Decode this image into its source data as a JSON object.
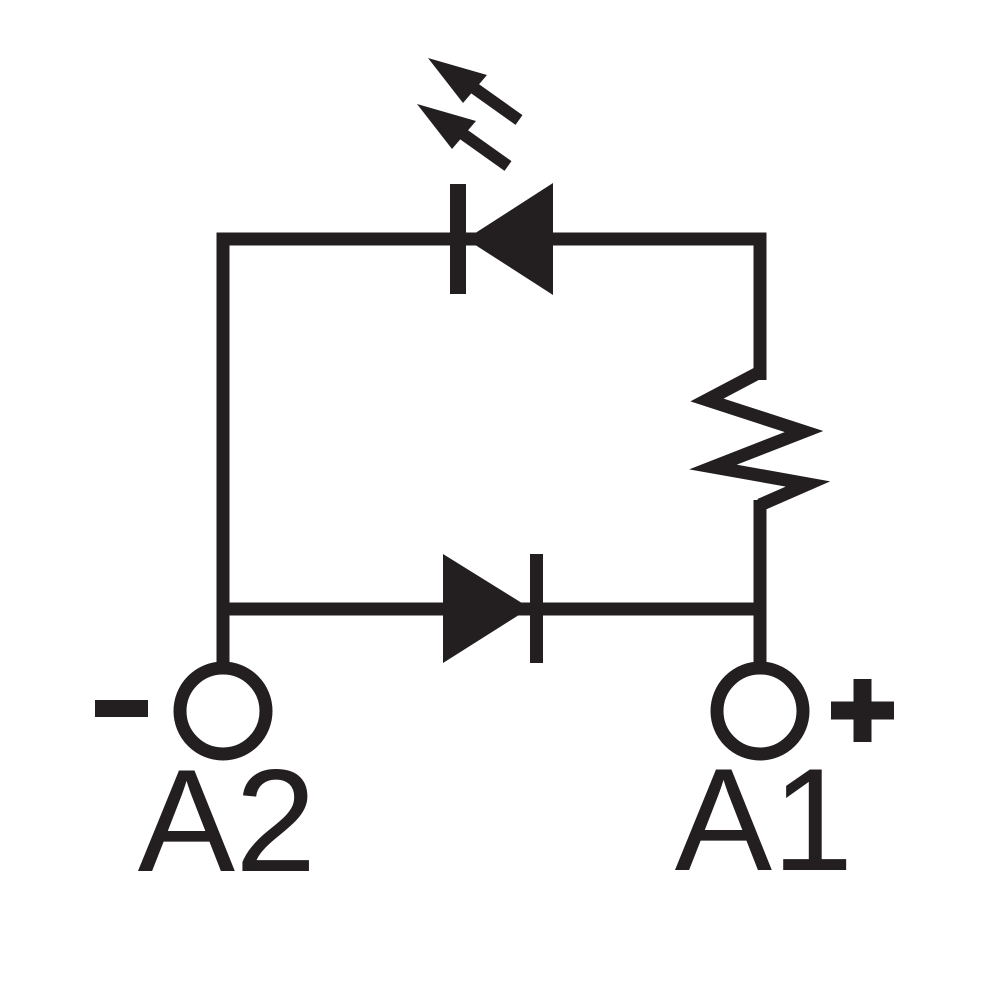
{
  "diagram": {
    "kind": "circuit-schematic",
    "background_color": "#ffffff",
    "line_color": "#231f20",
    "terminals": [
      {
        "label": "A2",
        "polarity": "-",
        "position": "bottom-left"
      },
      {
        "label": "A1",
        "polarity": "+",
        "position": "bottom-right"
      }
    ],
    "components": [
      {
        "name": "led",
        "symbol": "diode-with-two-light-arrows",
        "location": "top-wire",
        "cathode_side": "left"
      },
      {
        "name": "resistor",
        "symbol": "zigzag",
        "location": "right-wire"
      },
      {
        "name": "diode",
        "symbol": "filled-triangle-with-bar",
        "location": "bottom-wire",
        "cathode_side": "right"
      }
    ]
  }
}
